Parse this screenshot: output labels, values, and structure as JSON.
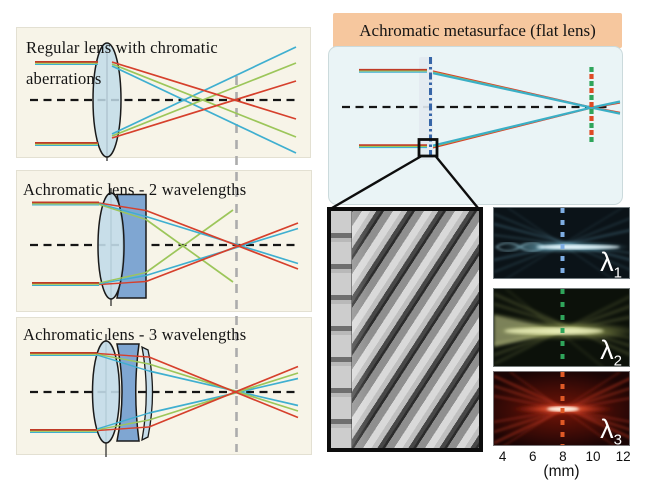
{
  "figure": {
    "left_panels": [
      {
        "id": "regular",
        "title": "Regular lens with chromatic aberrations"
      },
      {
        "id": "achromatic2",
        "title": "Achromatic lens - 2 wavelengths"
      },
      {
        "id": "achromatic3",
        "title": "Achromatic lens - 3 wavelengths"
      }
    ],
    "metasurface_panel": {
      "title": "Achromatic metasurface (flat lens)"
    },
    "simulation": {
      "panels": [
        {
          "symbol": "λ",
          "sub": "1",
          "beam": "blue",
          "marker_color": "#7FAEE3"
        },
        {
          "symbol": "λ",
          "sub": "2",
          "beam": "yellow-green",
          "marker_color": "#2FA55B"
        },
        {
          "symbol": "λ",
          "sub": "3",
          "beam": "red",
          "marker_color": "#E05A26"
        }
      ],
      "axis": {
        "ticks": [
          "4",
          "6",
          "8",
          "10",
          "12"
        ],
        "unit": "(mm)",
        "focal_marker_mm": 7.7
      }
    },
    "colors": {
      "ray_red": "#D6402C",
      "ray_green": "#9CC65A",
      "ray_blue": "#3FAFD0",
      "incoming_ray_dark_red": "#A03B28",
      "banner_bg": "#F6C79E",
      "panel_cream_bg": "#F7F4E8",
      "metasurface_panel_bg": "#EAF4F6",
      "lens_fill": "#C2DCE9",
      "doublet_element_fill": "#7FA6D2",
      "focal_guide_gray": "#ACACAC",
      "metasurface_dashline": "#3766A8",
      "focal_dot_green": "#2FA55B",
      "focal_dot_red": "#DF4A26"
    }
  }
}
